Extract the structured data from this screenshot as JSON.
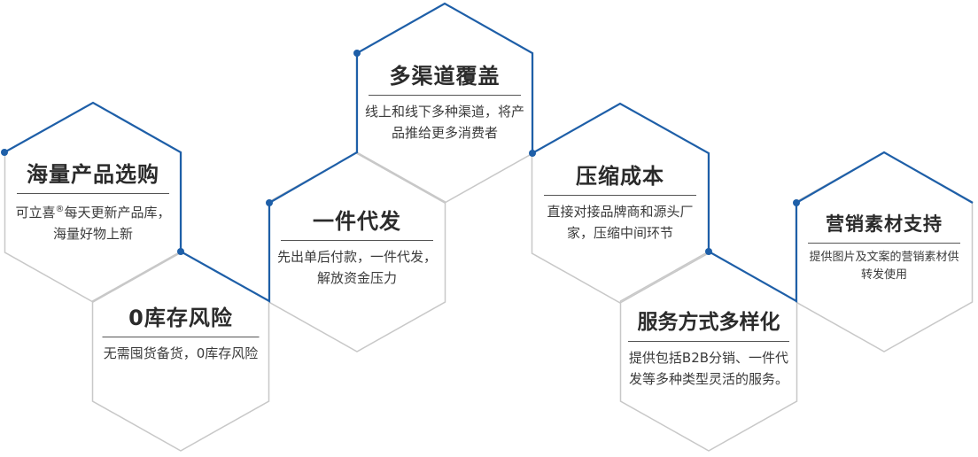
{
  "colors": {
    "accent": "#1e5fa8",
    "hex_border": "#c8c8c8",
    "title": "#2b2b2b",
    "text": "#3a3a3a"
  },
  "cards": [
    {
      "title": "海量产品选购",
      "desc_pre": "可立喜",
      "desc_mark": "®",
      "desc": "每天更新产品库，海量好物上新"
    },
    {
      "title": "0库存风险",
      "desc": "无需囤货备货，0库存风险"
    },
    {
      "title": "一件代发",
      "desc": "先出单后付款，一件代发，解放资金压力"
    },
    {
      "title": "多渠道覆盖",
      "desc": "线上和线下多种渠道，将产品推给更多消费者"
    },
    {
      "title": "压缩成本",
      "desc": "直接对接品牌商和源头厂家，压缩中间环节"
    },
    {
      "title": "服务方式多样化",
      "desc": "提供包括B2B分销、一件代发等多种类型灵活的服务。"
    },
    {
      "title": "营销素材支持",
      "desc": "提供图片及文案的营销素材供转发使用"
    }
  ]
}
